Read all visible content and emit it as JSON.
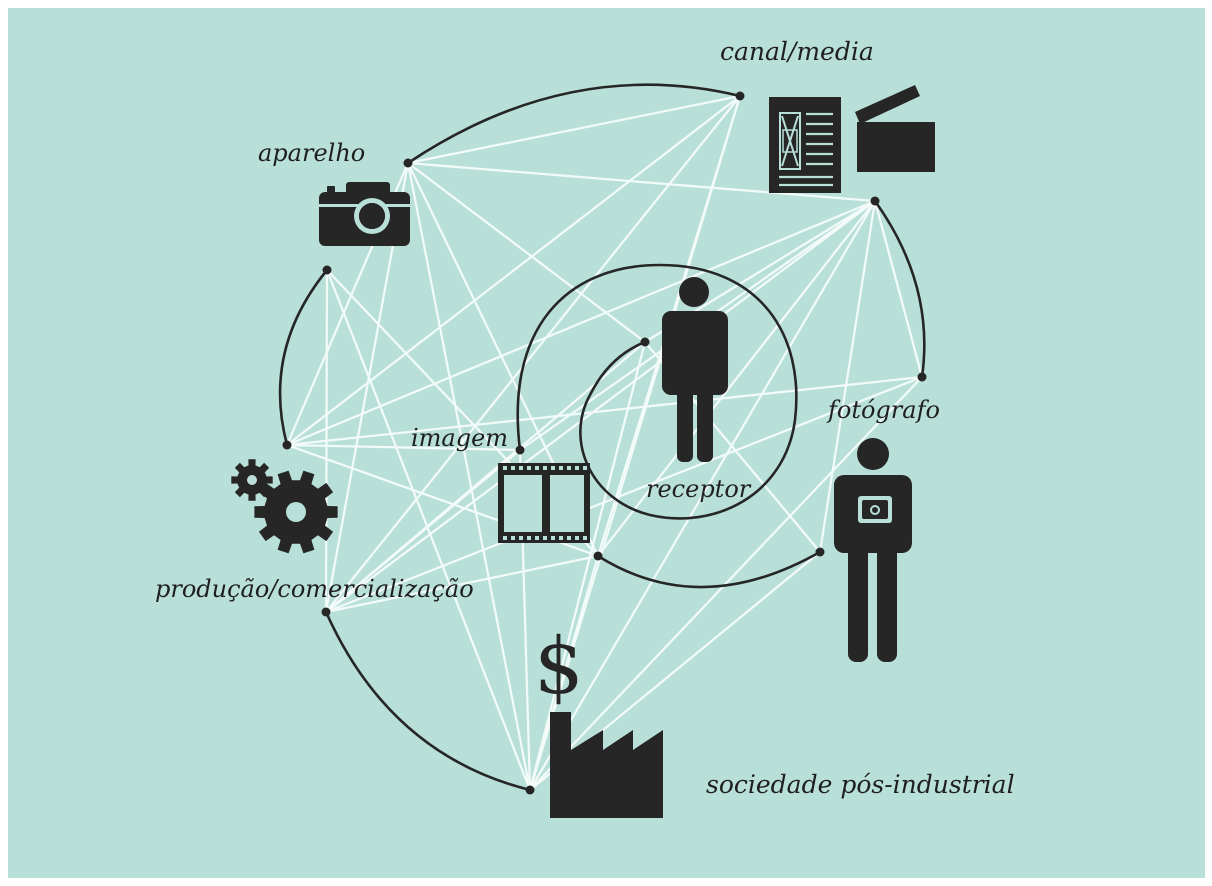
{
  "colors": {
    "background": "#b9e0d8",
    "ink": "#262626",
    "web_lines": "#f3fbf9"
  },
  "labels": {
    "canal_media": "canal/media",
    "aparelho": "aparelho",
    "fotografo": "fotógrafo",
    "imagem": "imagem",
    "receptor": "receptor",
    "producao": "produção/comercialização",
    "sociedade": "sociedade pós-industrial",
    "dollar": "$"
  },
  "icons": [
    "camera-icon",
    "newspaper-icon",
    "clapperboard-icon",
    "person-icon",
    "photographer-icon",
    "film-strip-icon",
    "gears-icon",
    "factory-icon",
    "dollar-icon"
  ]
}
